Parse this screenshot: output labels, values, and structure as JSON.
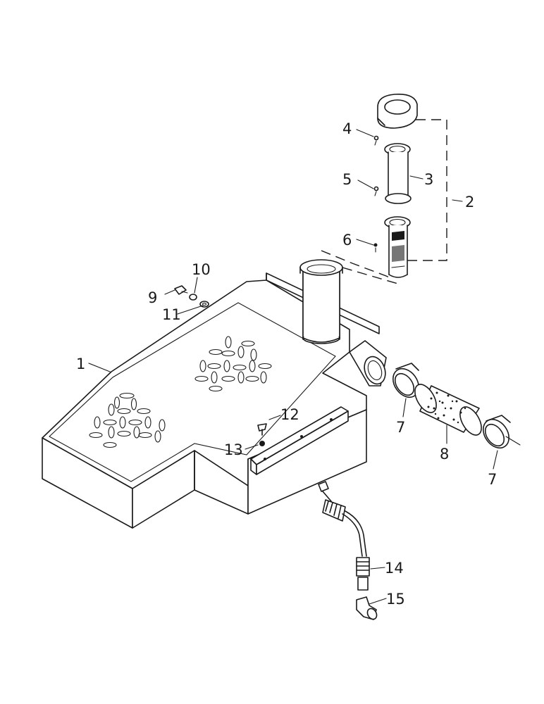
{
  "callouts": {
    "c1": "1",
    "c2": "2",
    "c3": "3",
    "c4": "4",
    "c5": "5",
    "c6": "6",
    "c7a": "7",
    "c7b": "7",
    "c8": "8",
    "c9": "9",
    "c10": "10",
    "c11": "11",
    "c12": "12",
    "c13": "13",
    "c14": "14",
    "c15": "15"
  }
}
